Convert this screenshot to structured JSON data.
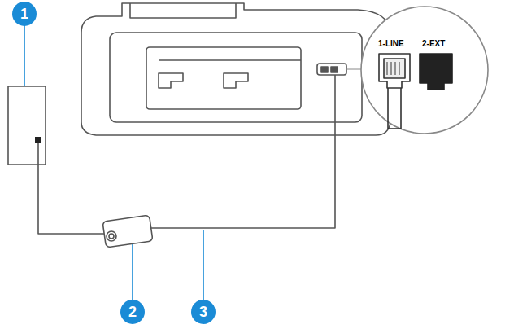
{
  "diagram": {
    "labels": [
      "1",
      "2",
      "3",
      "1-LINE",
      "2-EXT"
    ]
  }
}
